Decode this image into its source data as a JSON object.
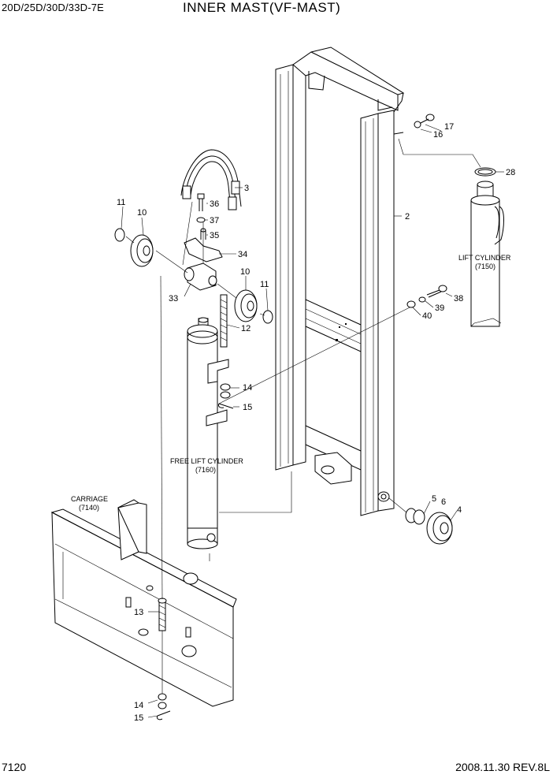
{
  "header": {
    "model": "20D/25D/30D/33D-7E",
    "title": "INNER MAST(VF-MAST)"
  },
  "footer": {
    "page": "7120",
    "date_rev": "2008.11.30  REV.8L"
  },
  "assemblies": {
    "lift_cylinder": {
      "name": "LIFT CYLINDER",
      "ref": "(7150)"
    },
    "free_lift_cylinder": {
      "name": "FREE LIFT CYLINDER",
      "ref": "(7160)"
    },
    "carriage": {
      "name": "CARRIAGE",
      "ref": "(7140)"
    }
  },
  "callouts": {
    "c2": "2",
    "c3": "3",
    "c4": "4",
    "c5": "5",
    "c6": "6",
    "c10a": "10",
    "c10b": "10",
    "c11a": "11",
    "c11b": "11",
    "c12": "12",
    "c13": "13",
    "c14a": "14",
    "c14b": "14",
    "c15a": "15",
    "c15b": "15",
    "c16": "16",
    "c17": "17",
    "c28": "28",
    "c33": "33",
    "c34": "34",
    "c35": "35",
    "c36": "36",
    "c37": "37",
    "c38": "38",
    "c39": "39",
    "c40": "40"
  }
}
